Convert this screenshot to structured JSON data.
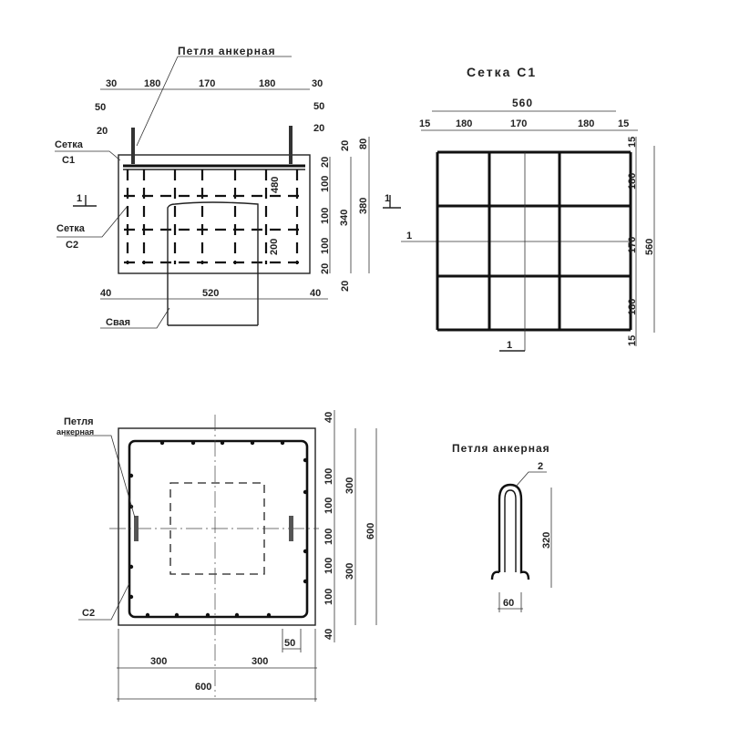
{
  "section_elevation": {
    "anchor_loop_label": "Петля анкерная",
    "mesh_c1_label": [
      "Сетка",
      "C1"
    ],
    "mesh_c2_label": [
      "Сетка",
      "C2"
    ],
    "section_mark": "1",
    "pile_label": "Свая",
    "top_dims": [
      "30",
      "180",
      "170",
      "180",
      "30"
    ],
    "left_dims": [
      "50",
      "20"
    ],
    "right_dims": [
      "50",
      "20"
    ],
    "inner_dims": [
      "480",
      "200"
    ],
    "vertical_dims": [
      "20",
      "80",
      "20",
      "100",
      "100",
      "100",
      "20",
      "340",
      "380",
      "20"
    ],
    "bottom_dims": [
      "40",
      "520",
      "40"
    ]
  },
  "mesh_c1": {
    "title": "Сетка C1",
    "overall_width": "560",
    "top_dims": [
      "15",
      "180",
      "170",
      "180",
      "15"
    ],
    "right_dims": [
      "15",
      "180",
      "170",
      "180",
      "15"
    ],
    "overall_height": "560",
    "section_mark": "1"
  },
  "plan": {
    "anchor_loop_label": [
      "Петля",
      "анкерная"
    ],
    "mesh_label": "C2",
    "right_dims": [
      "40",
      "100",
      "100",
      "100",
      "100",
      "100",
      "40"
    ],
    "half_dims": [
      "300",
      "300"
    ],
    "overall_height": "600",
    "corner_dim": "50",
    "bottom_dims": [
      "300",
      "300"
    ],
    "overall_width": "600"
  },
  "anchor_loop": {
    "title": "Петля анкерная",
    "position": "2",
    "height_dim": "320",
    "width_dim": "60"
  }
}
